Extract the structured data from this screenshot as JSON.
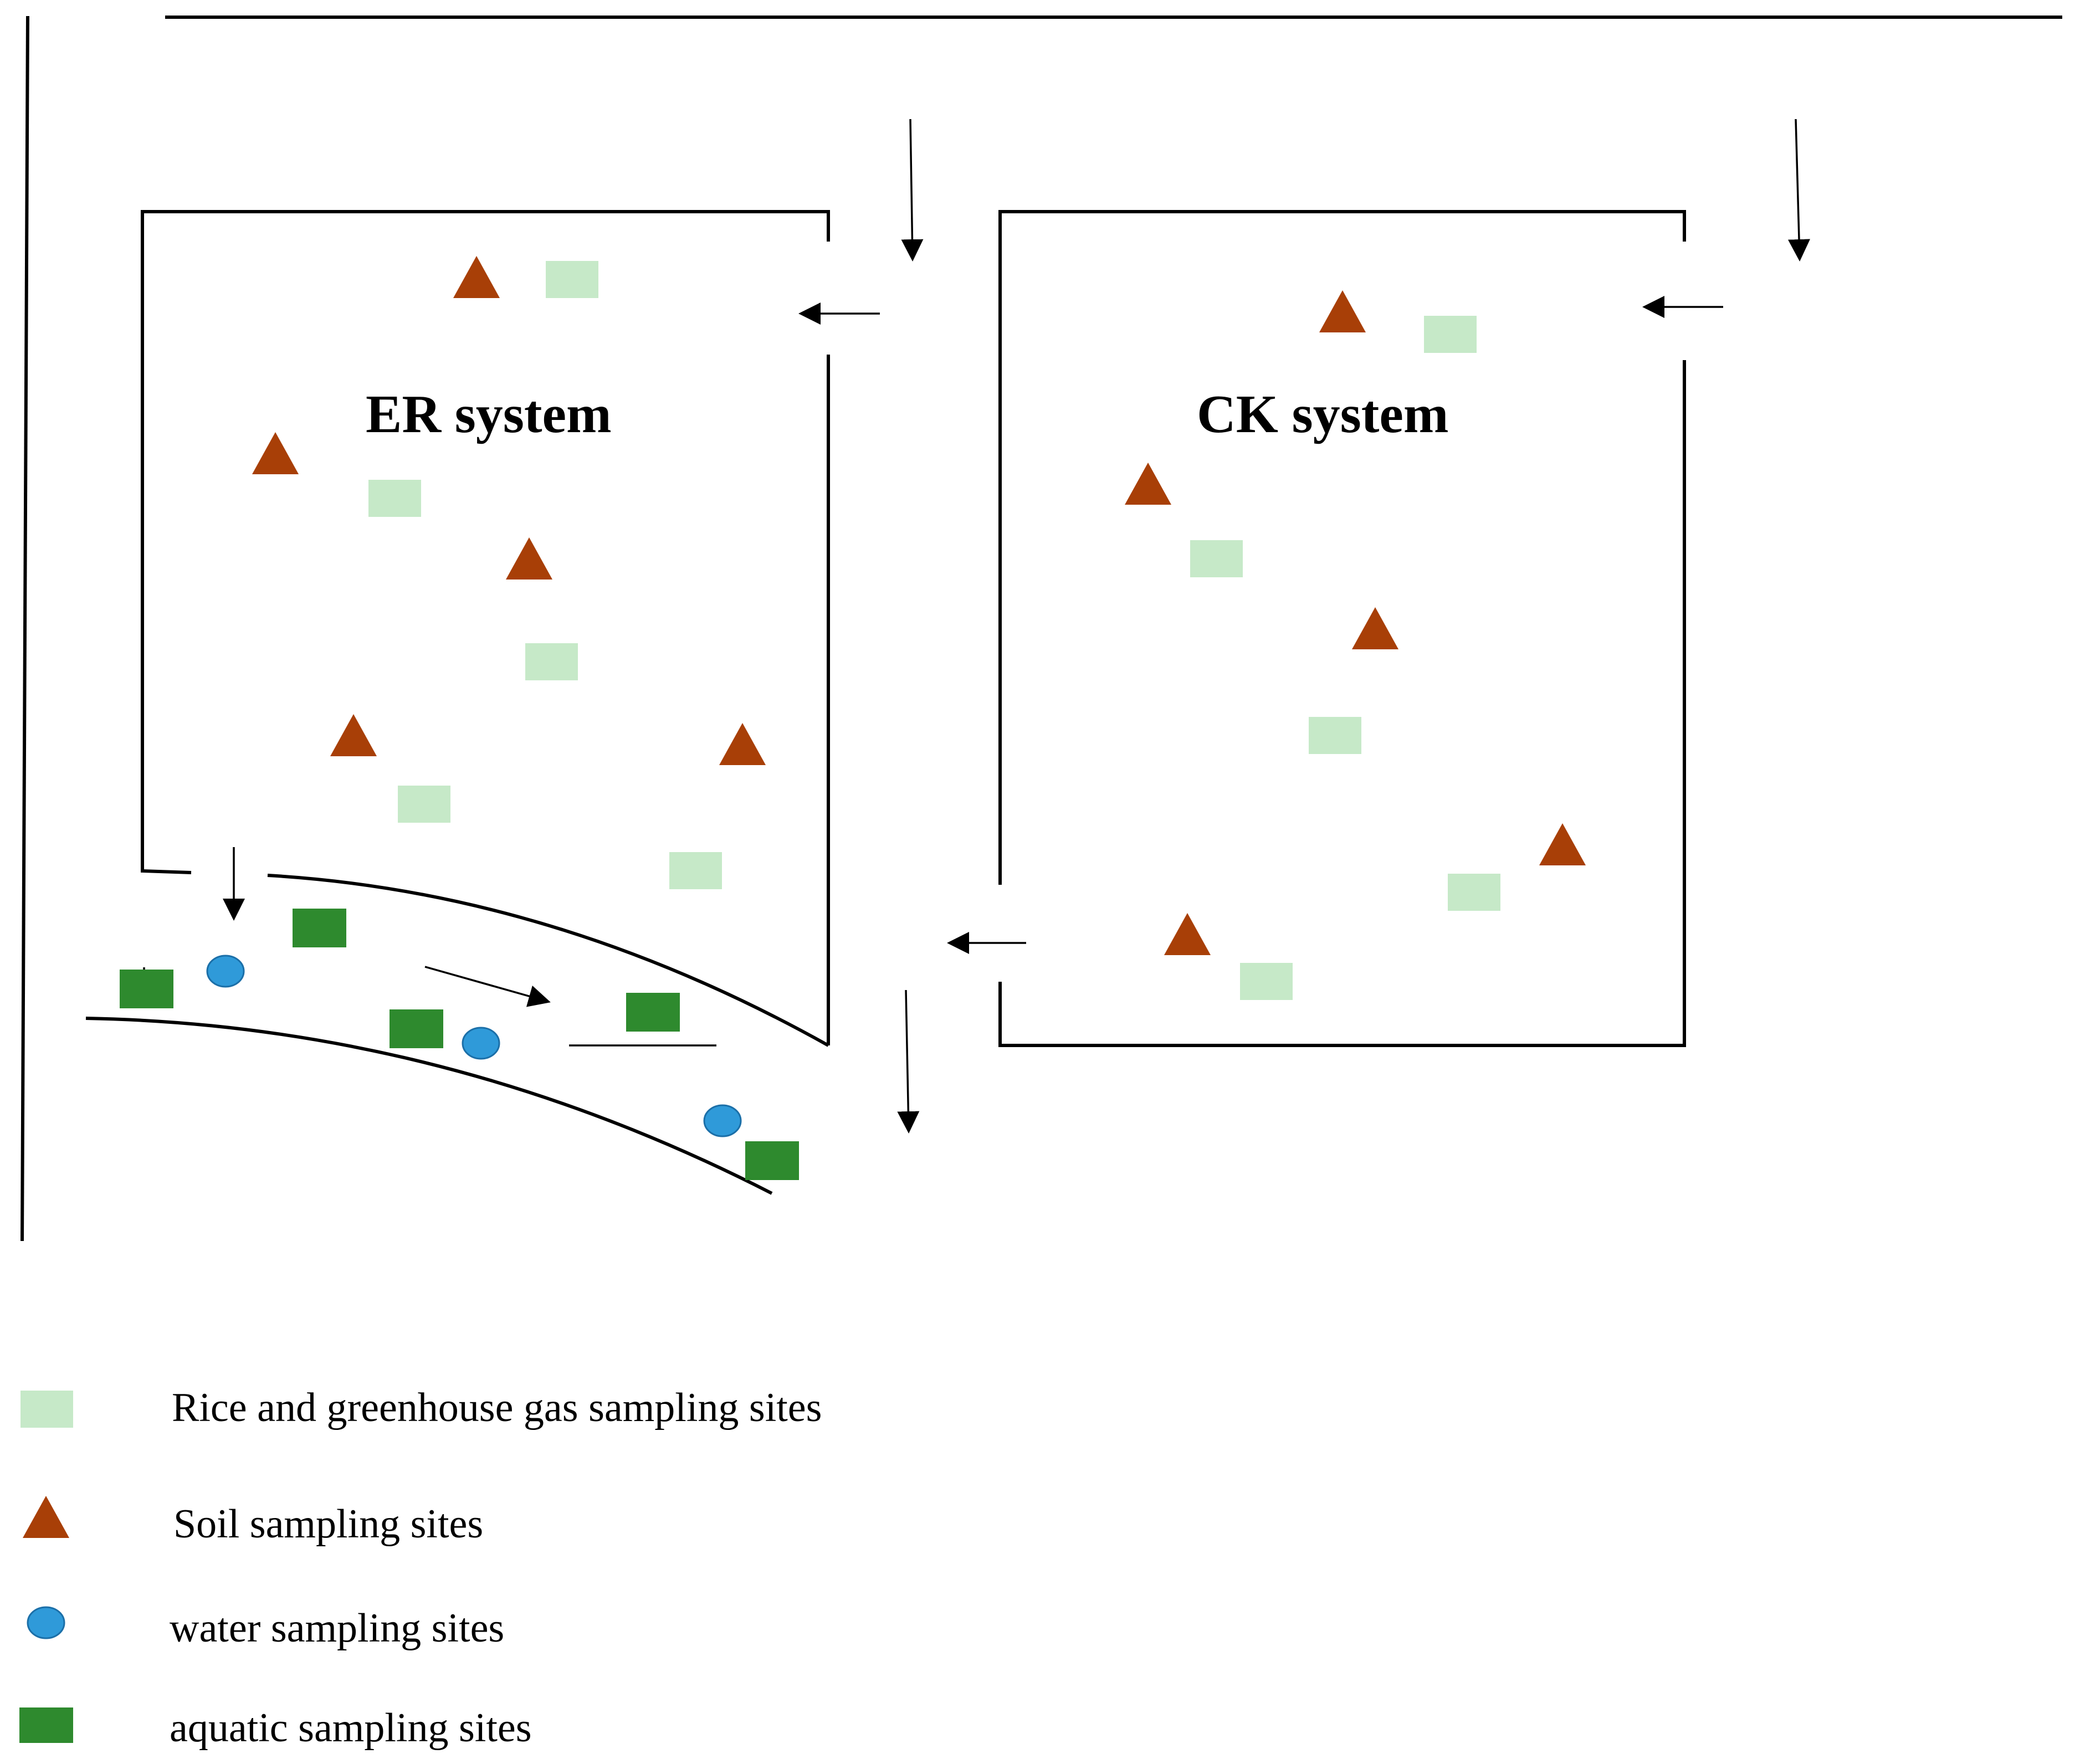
{
  "systems": {
    "er_label": "ER system",
    "ck_label": "CK system"
  },
  "legend": {
    "rice_label": "Rice and greenhouse gas sampling sites",
    "soil_label": "Soil sampling sites",
    "water_label": "water sampling sites",
    "aquatic_label": "aquatic sampling sites"
  },
  "colors": {
    "rice": "#c6e9c8",
    "soil": "#a83f07",
    "water": "#2f9ad9",
    "water_stroke": "#1b6fa8",
    "aquatic": "#2e8a2e",
    "line": "#000000"
  },
  "icons": {
    "rice": "light-green-rectangle",
    "soil": "brown-triangle",
    "water": "blue-ellipse",
    "aquatic": "dark-green-rectangle"
  }
}
